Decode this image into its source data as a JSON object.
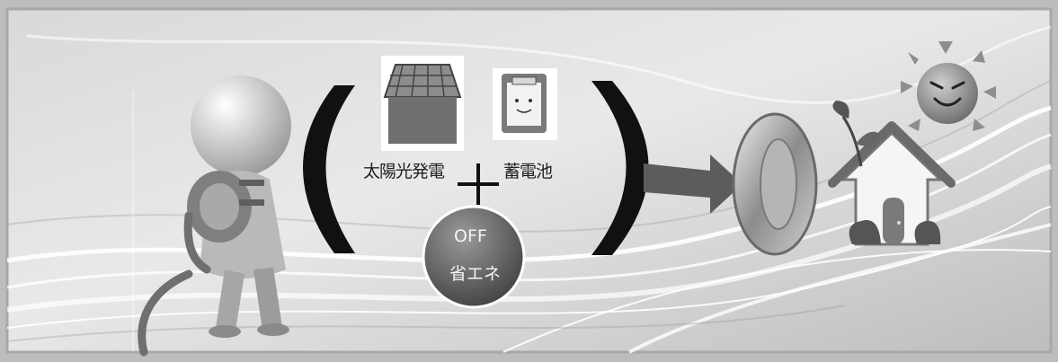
{
  "solar_label": "太陽光発電",
  "battery_label": "蓄電池",
  "off_label": "OFF",
  "energy_saving_label": "省エネ"
}
